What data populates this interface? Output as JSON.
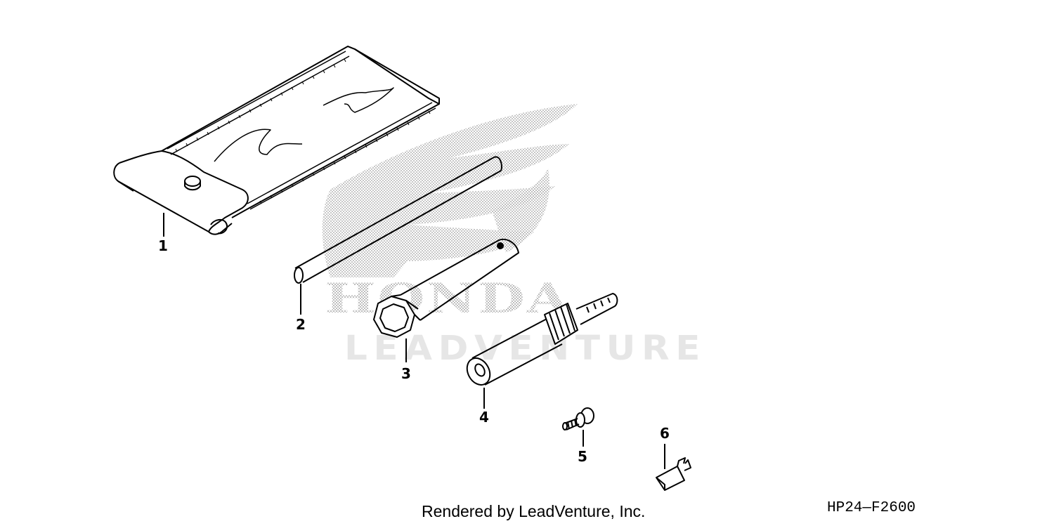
{
  "watermark": {
    "logo_text": "HONDA",
    "brand_text": "LEADVENTURE"
  },
  "callouts": [
    {
      "number": "1",
      "part": "tool-bag"
    },
    {
      "number": "2",
      "part": "bar"
    },
    {
      "number": "3",
      "part": "box-wrench"
    },
    {
      "number": "4",
      "part": "plug-wrench"
    },
    {
      "number": "5",
      "part": "screw"
    },
    {
      "number": "6",
      "part": "fuse"
    }
  ],
  "footer": {
    "credit": "Rendered by LeadVenture, Inc.",
    "diagram_code": "HP24—F2600"
  },
  "colors": {
    "line": "#000000",
    "watermark_dots": "#a9a9a9",
    "watermark_text": "#e6e6e6"
  }
}
